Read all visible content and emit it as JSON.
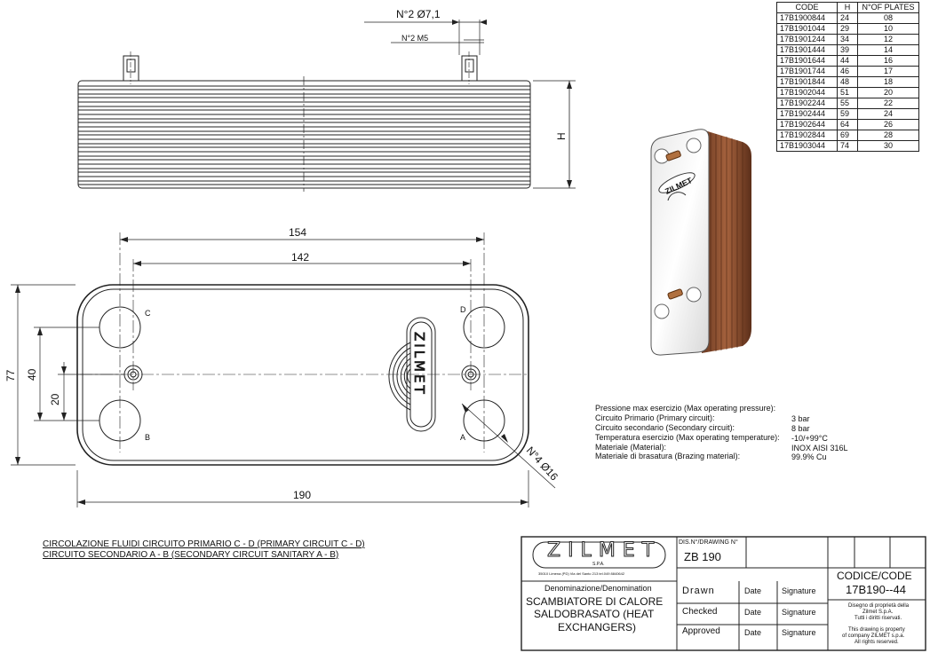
{
  "top_view": {
    "hole_dim": "N°2 Ø7,1",
    "thread_dim": "N°2 M5",
    "height_label": "H"
  },
  "front_view": {
    "dim_154": "154",
    "dim_142": "142",
    "dim_190": "190",
    "dim_77": "77",
    "dim_40": "40",
    "dim_20": "20",
    "port_dim": "N°4 Ø16",
    "port_c": "C",
    "port_d": "D",
    "port_a": "A",
    "port_b": "B",
    "logo_text": "ZILMET"
  },
  "code_table": {
    "headers": [
      "CODE",
      "H",
      "N°OF PLATES"
    ],
    "rows": [
      [
        "17B1900844",
        "24",
        "08"
      ],
      [
        "17B1901044",
        "29",
        "10"
      ],
      [
        "17B1901244",
        "34",
        "12"
      ],
      [
        "17B1901444",
        "39",
        "14"
      ],
      [
        "17B1901644",
        "44",
        "16"
      ],
      [
        "17B1901744",
        "46",
        "17"
      ],
      [
        "17B1901844",
        "48",
        "18"
      ],
      [
        "17B1902044",
        "51",
        "20"
      ],
      [
        "17B1902244",
        "55",
        "22"
      ],
      [
        "17B1902444",
        "59",
        "24"
      ],
      [
        "17B1902644",
        "64",
        "26"
      ],
      [
        "17B1902844",
        "69",
        "28"
      ],
      [
        "17B1903044",
        "74",
        "30"
      ]
    ]
  },
  "product_logo": "ZILMET",
  "specs": {
    "heading": "Pressione max esercizio (Max operating pressure):",
    "rows": [
      {
        "label": "Circuito Primario (Primary circuit):",
        "value": "3 bar"
      },
      {
        "label": "Circuito secondario (Secondary circuit):",
        "value": "8 bar"
      },
      {
        "label": "Temperatura esercizio (Max operating temperature):",
        "value": "-10/+99°C"
      },
      {
        "label": "Materiale (Material):",
        "value": "INOX AISI 316L"
      },
      {
        "label": "Materiale di brasatura (Brazing material):",
        "value": "99.9% Cu"
      }
    ]
  },
  "notes": {
    "line1": "CIRCOLAZIONE FLUIDI CIRCUITO PRIMARIO C - D (PRIMARY CIRCUIT C - D)",
    "line2": "CIRCUITO SECONDARIO A - B (SECONDARY CIRCUIT SANITARY A - B)"
  },
  "title_block": {
    "logo": "ZILMET",
    "logo_sub": "S.P.A.",
    "address": "35010 Limena (PD) Via del Santo 213 tel.049 8840642",
    "denomination_label": "Denominazione/Denomination",
    "denomination_line1": "SCAMBIATORE DI CALORE",
    "denomination_line2": "SALDOBRASATO (HEAT",
    "denomination_line3": "EXCHANGERS)",
    "drawing_no_label": "DIS.N°/DRAWING N°",
    "drawing_no": "ZB 190",
    "drawn": "Drawn",
    "checked": "Checked",
    "approved": "Approved",
    "date": "Date",
    "signature": "Signature",
    "codice_label": "CODICE/CODE",
    "codice": "17B190--44",
    "property_it_1": "Disegno di proprietà della",
    "property_it_2": "Zilmet S.p.A.",
    "property_it_3": "Tutti i diritti riservati.",
    "property_en_1": "This drawing is property",
    "property_en_2": "of company ZILMET s.p.a.",
    "property_en_3": "All rights reserved."
  }
}
